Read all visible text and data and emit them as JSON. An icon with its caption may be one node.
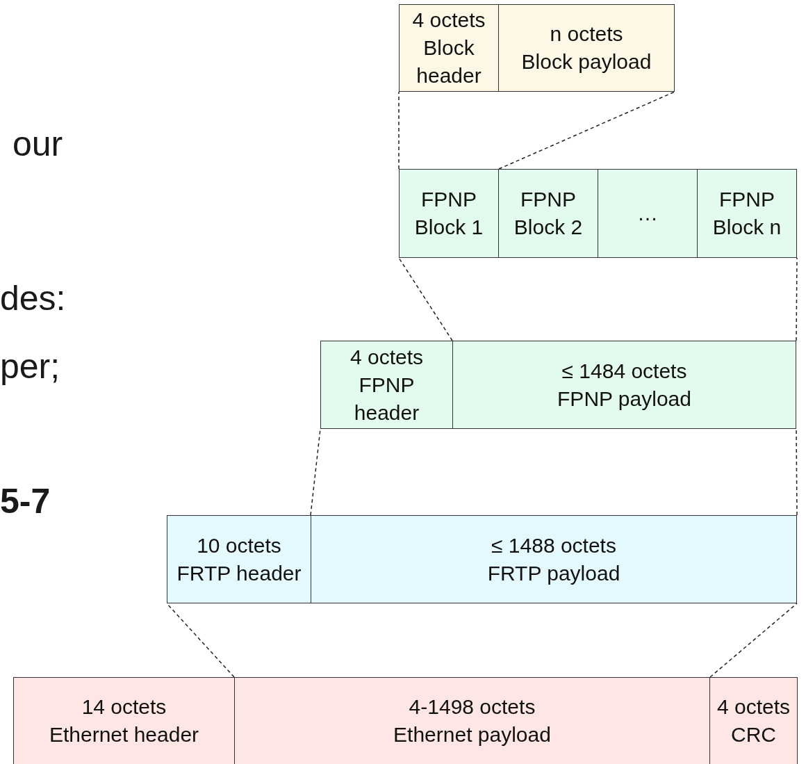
{
  "diagram": {
    "nodes": [
      {
        "text": [
          "4 octets",
          "Block header"
        ]
      },
      {
        "text": [
          "n octets",
          "Block payload"
        ]
      },
      {
        "text": [
          "FPNP Block 1"
        ]
      },
      {
        "text": [
          "FPNP Block 2"
        ]
      },
      {
        "text": [
          "…"
        ]
      },
      {
        "text": [
          "FPNP Block n"
        ]
      },
      {
        "text": [
          "4 octets",
          "FPNP header"
        ]
      },
      {
        "text": [
          "≤ 1484 octets",
          "FPNP payload"
        ]
      },
      {
        "text": [
          "10 octets",
          "FRTP header"
        ]
      },
      {
        "text": [
          "≤ 1488 octets",
          "FRTP payload"
        ]
      },
      {
        "text": [
          "14 octets",
          "Ethernet header"
        ]
      },
      {
        "text": [
          "4-1498 octets",
          "Ethernet payload"
        ]
      },
      {
        "text": [
          "4 octets",
          "CRC"
        ]
      }
    ],
    "edges": [
      {
        "from": 2,
        "to": 0,
        "arrow": "none",
        "style": "dashed"
      },
      {
        "from": 2,
        "to": 1,
        "arrow": "none",
        "style": "dashed"
      },
      {
        "from": 7,
        "to": 2,
        "arrow": "none",
        "style": "dashed"
      },
      {
        "from": 7,
        "to": 5,
        "arrow": "none",
        "style": "dashed"
      },
      {
        "from": 9,
        "to": 6,
        "arrow": "none",
        "style": "dashed"
      },
      {
        "from": 9,
        "to": 7,
        "arrow": "none",
        "style": "dashed"
      },
      {
        "from": 11,
        "to": 8,
        "arrow": "none",
        "style": "dashed"
      },
      {
        "from": 11,
        "to": 9,
        "arrow": "none",
        "style": "dashed"
      }
    ],
    "labels": [
      "our",
      "des:",
      "per;",
      "5-7"
    ]
  }
}
